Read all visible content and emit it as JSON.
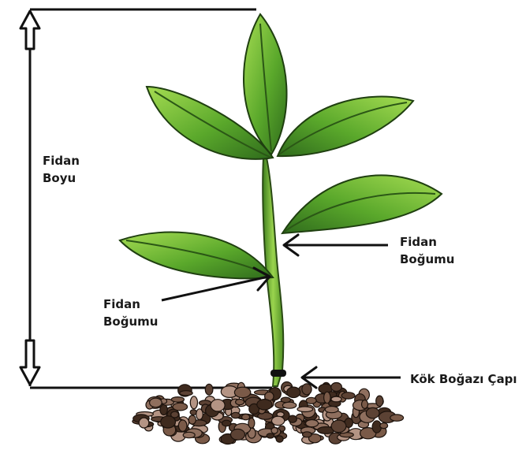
{
  "labels": {
    "seedling_height": {
      "line1": "Fidan",
      "line2": "Boyu"
    },
    "node_right": {
      "line1": "Fidan",
      "line2": "Boğumu"
    },
    "node_left": {
      "line1": "Fidan",
      "line2": "Boğumu"
    },
    "root_collar": "Kök Boğazı Çapı"
  },
  "colors": {
    "leaf_dark": "#2f6b1c",
    "leaf_mid": "#4d9a25",
    "leaf_light": "#8ccf3f",
    "stem": "#7fc23a",
    "soil_dark": "#3e2a1e",
    "soil_mid": "#7a5a48",
    "soil_light": "#b49484",
    "line": "#111111"
  }
}
